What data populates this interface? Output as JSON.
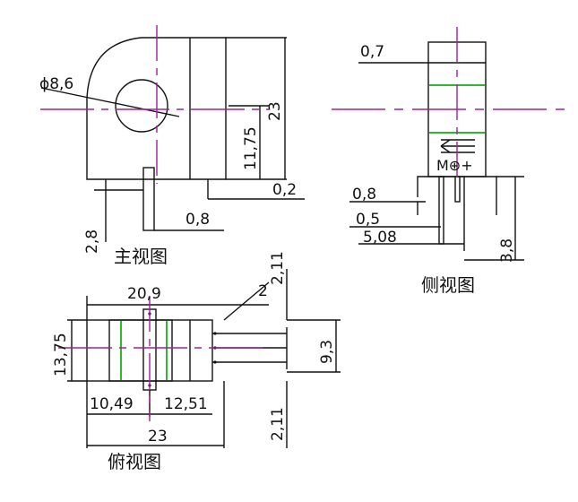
{
  "colors": {
    "line": "#111111",
    "centerline": "#a0209a",
    "highlight": "#2db82d",
    "background": "#ffffff"
  },
  "views": {
    "front": {
      "caption": "主视图",
      "hole_dia": "ϕ8,6",
      "height": "23",
      "center_height": "11,75",
      "pin_offset": "0,2",
      "pin_width": "0,8",
      "pin_length": "2,8"
    },
    "side": {
      "caption": "侧视图",
      "top_offset": "0,7",
      "pin_width": "0,8",
      "pin_thickness": "0,5",
      "pin_pitch": "5,08",
      "pin_length": "3,8",
      "marking": "M⊕+"
    },
    "top": {
      "caption": "俯视图",
      "overall_length": "20,9",
      "small_gap": "2",
      "edge_offset_top": "2,11",
      "width": "13,75",
      "pin_span": "9,3",
      "left_segment": "10,49",
      "right_segment": "12,51",
      "bottom_length": "23",
      "edge_offset_bottom": "2,11"
    }
  }
}
